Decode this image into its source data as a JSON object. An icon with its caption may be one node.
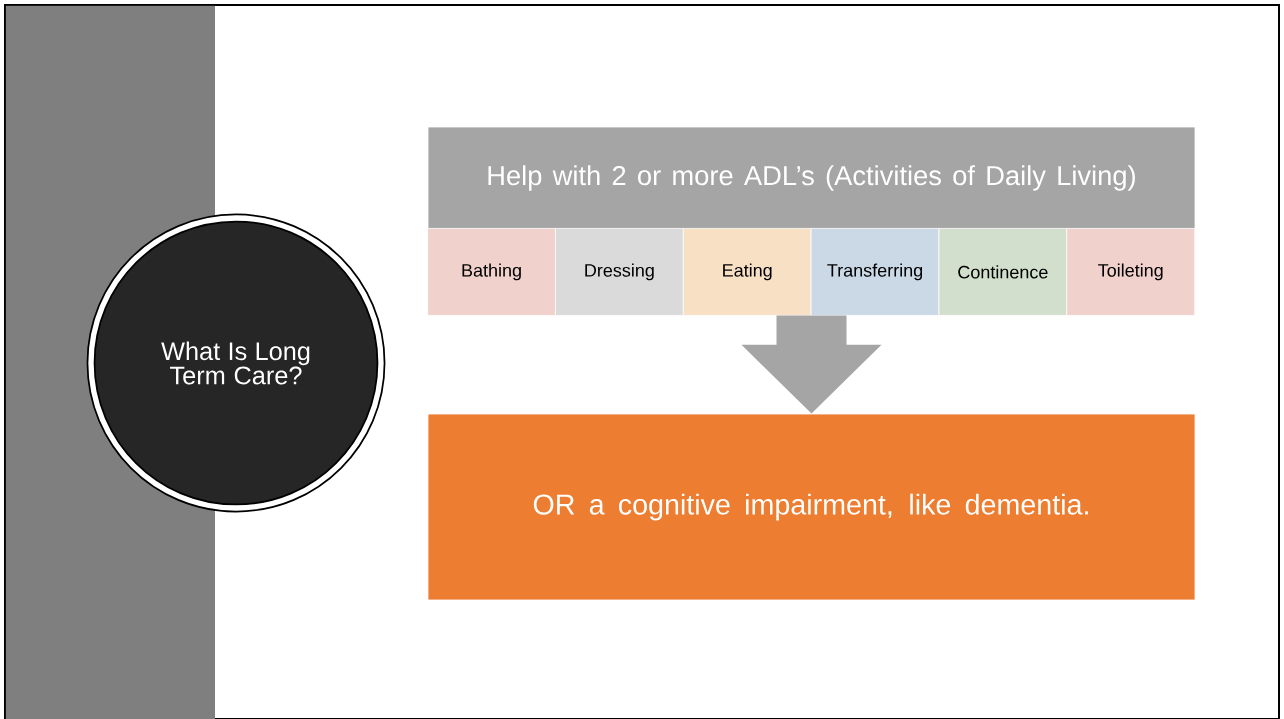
{
  "diagram": {
    "nodes": [
      {
        "text": [
          "What Is Long Term Care?"
        ]
      },
      {
        "text": [
          "Help with 2 or more ADL’s (Activities of Daily Living)"
        ]
      },
      {
        "text": [
          "Bathing"
        ],
        "in": 1
      },
      {
        "text": [
          "Dressing"
        ],
        "in": 1
      },
      {
        "text": [
          "Eating"
        ],
        "in": 1
      },
      {
        "text": [
          "Transferring"
        ],
        "in": 1
      },
      {
        "text": [
          "Continence"
        ],
        "in": 1
      },
      {
        "text": [
          "Toileting"
        ],
        "in": 1
      },
      {
        "text": [
          "OR a cognitive impairment, like dementia."
        ]
      }
    ],
    "edges": [
      {
        "from": 1,
        "to": 8,
        "arrow": "to",
        "style": "thick"
      }
    ]
  }
}
